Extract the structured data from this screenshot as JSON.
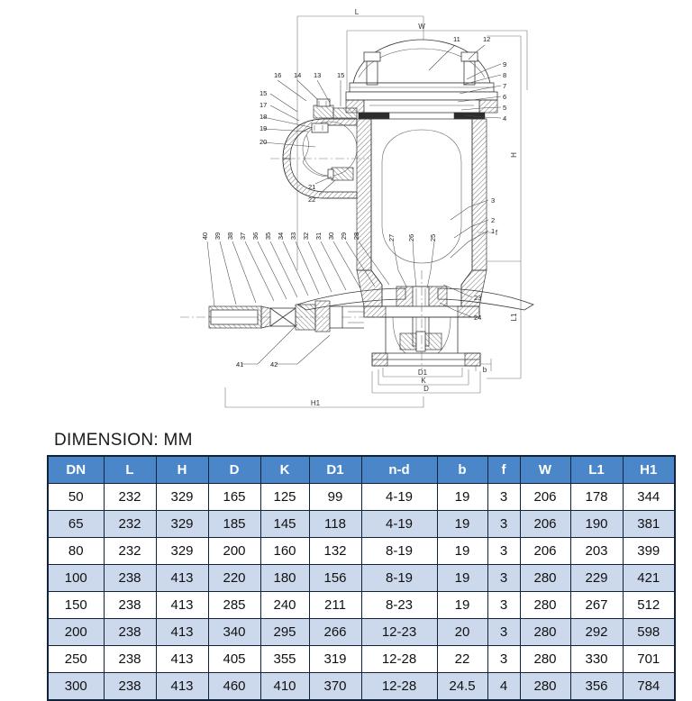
{
  "drawing": {
    "title": "valve-sectional-assembly-drawing",
    "dimension_labels": {
      "L": "L",
      "W": "W",
      "H": "H",
      "H1": "H1",
      "L1": "L1",
      "D": "D",
      "D1": "D1",
      "K": "K",
      "b": "b",
      "f": "f"
    },
    "callouts_right_upper": [
      "11",
      "12",
      "9",
      "8",
      "7",
      "6",
      "5",
      "4"
    ],
    "callouts_left_upper": [
      "16",
      "14",
      "13",
      "15",
      "15",
      "17",
      "18",
      "19",
      "20"
    ],
    "callouts_lower_left": [
      "21",
      "22"
    ],
    "callouts_right_mid": [
      "3",
      "2",
      "1",
      "23",
      "24"
    ],
    "callouts_center": [
      "27",
      "26",
      "25"
    ],
    "callouts_fan": [
      "40",
      "39",
      "38",
      "37",
      "36",
      "35",
      "34",
      "33",
      "32",
      "31",
      "30",
      "29",
      "28"
    ],
    "callouts_bottom": [
      "41",
      "42"
    ]
  },
  "table": {
    "caption": "DIMENSION: MM",
    "columns": [
      "DN",
      "L",
      "H",
      "D",
      "K",
      "D1",
      "n-d",
      "b",
      "f",
      "W",
      "L1",
      "H1"
    ],
    "rows": [
      [
        "50",
        "232",
        "329",
        "165",
        "125",
        "99",
        "4-19",
        "19",
        "3",
        "206",
        "178",
        "344"
      ],
      [
        "65",
        "232",
        "329",
        "185",
        "145",
        "118",
        "4-19",
        "19",
        "3",
        "206",
        "190",
        "381"
      ],
      [
        "80",
        "232",
        "329",
        "200",
        "160",
        "132",
        "8-19",
        "19",
        "3",
        "206",
        "203",
        "399"
      ],
      [
        "100",
        "238",
        "413",
        "220",
        "180",
        "156",
        "8-19",
        "19",
        "3",
        "280",
        "229",
        "421"
      ],
      [
        "150",
        "238",
        "413",
        "285",
        "240",
        "211",
        "8-23",
        "19",
        "3",
        "280",
        "267",
        "512"
      ],
      [
        "200",
        "238",
        "413",
        "340",
        "295",
        "266",
        "12-23",
        "20",
        "3",
        "280",
        "292",
        "598"
      ],
      [
        "250",
        "238",
        "413",
        "405",
        "355",
        "319",
        "12-28",
        "22",
        "3",
        "280",
        "330",
        "701"
      ],
      [
        "300",
        "238",
        "413",
        "460",
        "410",
        "370",
        "12-28",
        "24.5",
        "4",
        "280",
        "356",
        "784"
      ]
    ]
  },
  "colors": {
    "header_blue": "#4a86c8",
    "alt_row_blue": "#ccd9ec",
    "border": "#11233b",
    "line": "#3a3a3a"
  }
}
